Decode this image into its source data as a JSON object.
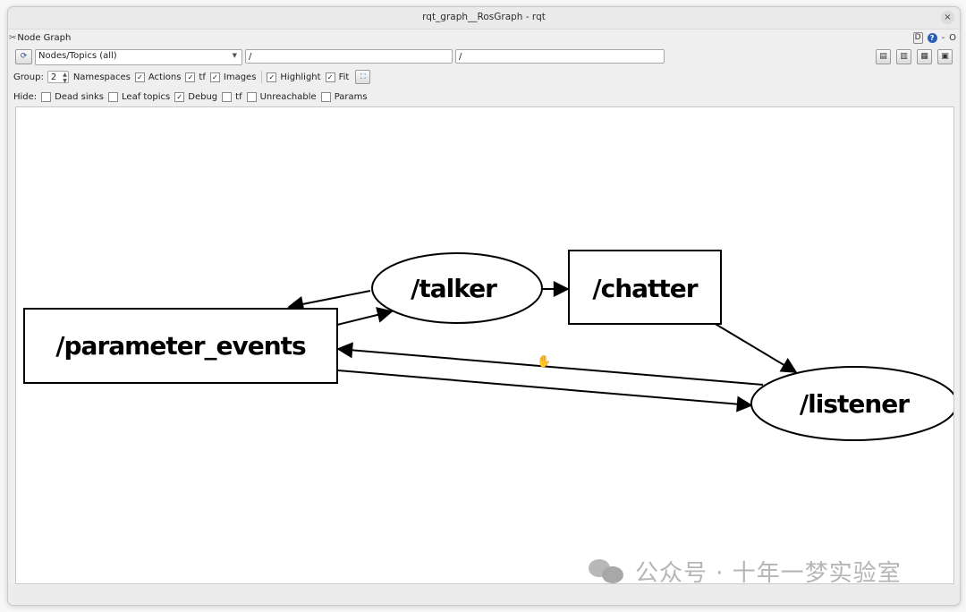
{
  "window": {
    "title": "rqt_graph__RosGraph - rqt",
    "close_glyph": "×"
  },
  "plugin": {
    "title": "Node Graph",
    "icon": "graph-icon",
    "right_controls": {
      "d_label": "D",
      "help_label": "?",
      "minus_label": "-",
      "close_label": "O"
    }
  },
  "toolbar": {
    "refresh_icon": "refresh-icon",
    "graph_type": "Nodes/Topics (all)",
    "node_filter": "/",
    "topic_filter": "/",
    "right_icons": [
      "load-icon",
      "save-dot-icon",
      "save-svg-icon",
      "save-image-icon"
    ]
  },
  "options": {
    "group_label": "Group:",
    "group_value": "2",
    "checkboxes": [
      {
        "label": "Namespaces",
        "checked": false
      },
      {
        "label": "Actions",
        "checked": true
      },
      {
        "label": "tf",
        "checked": true
      },
      {
        "label": "Images",
        "checked": true
      }
    ],
    "highlight": {
      "label": "Highlight",
      "checked": true
    },
    "fit": {
      "label": "Fit",
      "checked": true
    },
    "fit_icon": "fit-in-view-icon"
  },
  "hide": {
    "label": "Hide:",
    "checkboxes": [
      {
        "label": "Dead sinks",
        "checked": false
      },
      {
        "label": "Leaf topics",
        "checked": false
      },
      {
        "label": "Debug",
        "checked": true
      },
      {
        "label": "tf",
        "checked": false
      },
      {
        "label": "Unreachable",
        "checked": false
      },
      {
        "label": "Params",
        "checked": false
      }
    ]
  },
  "graph": {
    "nodes": [
      {
        "id": "talker",
        "label": "/talker",
        "kind": "node"
      },
      {
        "id": "chatter",
        "label": "/chatter",
        "kind": "topic"
      },
      {
        "id": "parameter_events",
        "label": "/parameter_events",
        "kind": "topic"
      },
      {
        "id": "listener",
        "label": "/listener",
        "kind": "node"
      }
    ],
    "edges": [
      {
        "from": "talker",
        "to": "chatter"
      },
      {
        "from": "talker",
        "to": "parameter_events"
      },
      {
        "from": "parameter_events",
        "to": "talker"
      },
      {
        "from": "chatter",
        "to": "listener"
      },
      {
        "from": "listener",
        "to": "parameter_events"
      },
      {
        "from": "parameter_events",
        "to": "listener"
      }
    ]
  },
  "watermark": {
    "text": "公众号 · 十年一梦实验室"
  },
  "colors": {
    "window_bg": "#efefef",
    "canvas_bg": "#ffffff",
    "edge": "#000000"
  }
}
